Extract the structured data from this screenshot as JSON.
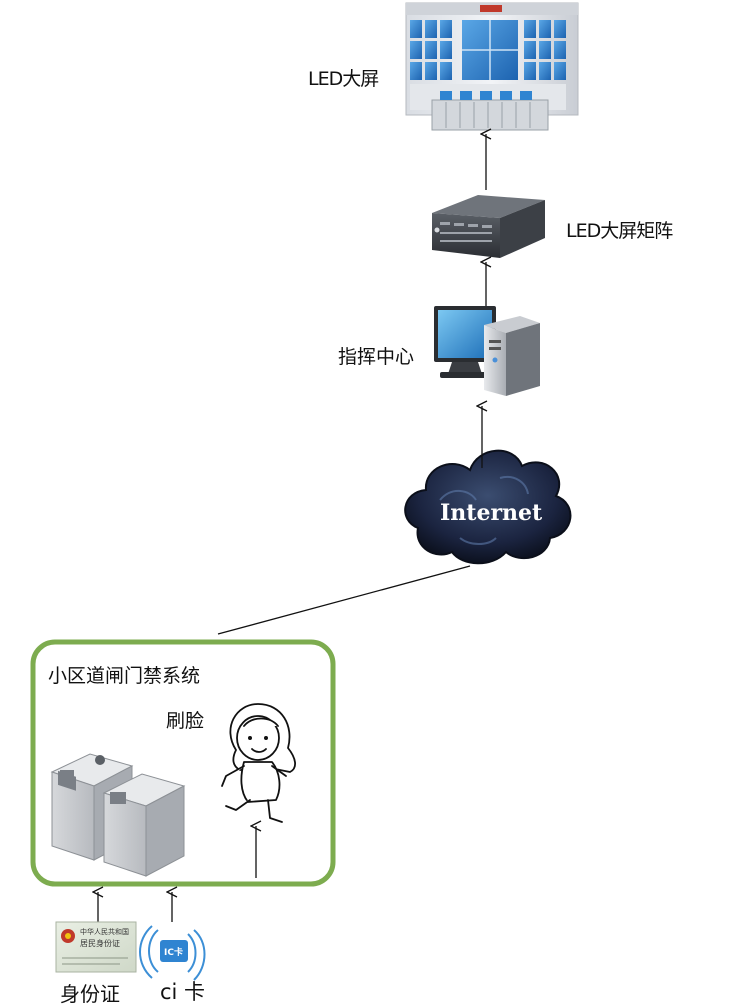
{
  "labels": {
    "led_screen": "LED大屏",
    "led_matrix": "LED大屏矩阵",
    "command_center": "指挥中心",
    "internet": "Internet",
    "system": "小区道闸门禁系统",
    "face": "刷脸",
    "id_card": "身份证",
    "ic_card": "ci 卡"
  },
  "card_text": {
    "id_title1": "中华人民共和国",
    "id_title2": "居民身份证",
    "ic_label": "IC卡"
  },
  "colors": {
    "system_border": "#7dac4f",
    "cloud_dark": "#141a2c",
    "screen_blue": "#2f84d1",
    "arrow": "#111111"
  }
}
